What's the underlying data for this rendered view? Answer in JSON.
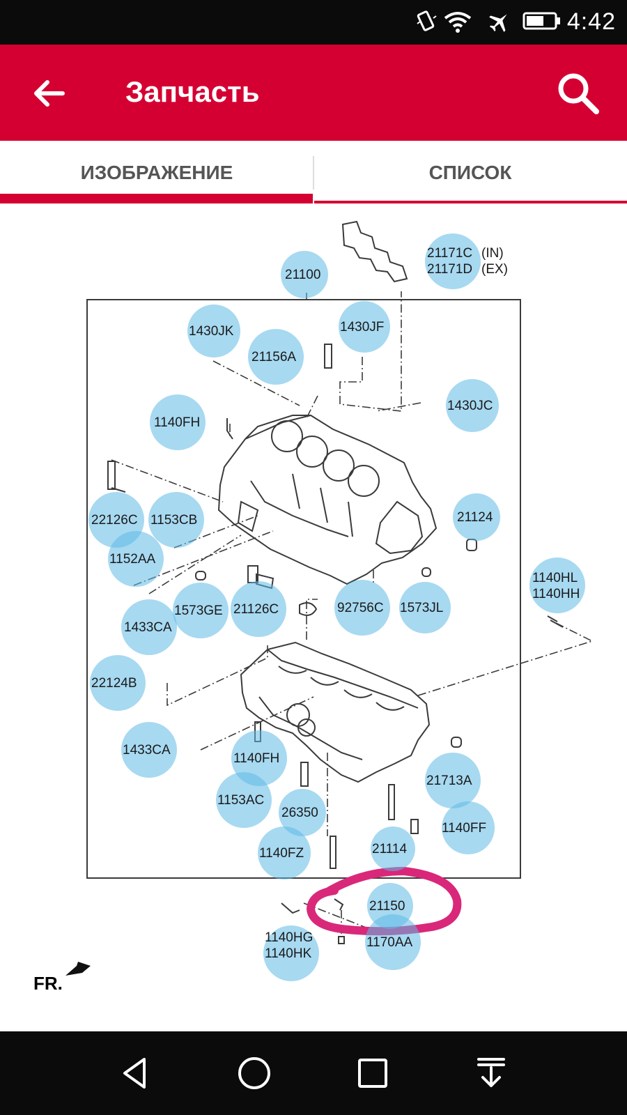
{
  "status_bar": {
    "time": "4:42",
    "icons": [
      "vibrate-icon",
      "wifi-icon",
      "airplane-icon",
      "battery-icon"
    ]
  },
  "app_bar": {
    "title": "Запчасть",
    "back_icon": "arrow-left-icon",
    "search_icon": "search-icon",
    "color": "#d50032"
  },
  "tabs": [
    {
      "label": "ИЗОБРАЖЕНИЕ",
      "selected": true
    },
    {
      "label": "СПИСОК",
      "selected": false
    }
  ],
  "diagram": {
    "parts": [
      {
        "lines": [
          "21171C",
          "21171D"
        ],
        "suffixes": [
          "(IN)",
          "(EX)"
        ]
      },
      {
        "lines": [
          "21100"
        ]
      },
      {
        "lines": [
          "1430JK"
        ]
      },
      {
        "lines": [
          "1430JF"
        ]
      },
      {
        "lines": [
          "21156A"
        ]
      },
      {
        "lines": [
          "1430JC"
        ]
      },
      {
        "lines": [
          "1140FH"
        ]
      },
      {
        "lines": [
          "22126C"
        ]
      },
      {
        "lines": [
          "1153CB"
        ]
      },
      {
        "lines": [
          "21124"
        ]
      },
      {
        "lines": [
          "1152AA"
        ]
      },
      {
        "lines": [
          "1140HL",
          "1140HH"
        ]
      },
      {
        "lines": [
          "1433CA"
        ]
      },
      {
        "lines": [
          "1573GE"
        ]
      },
      {
        "lines": [
          "21126C"
        ]
      },
      {
        "lines": [
          "92756C"
        ]
      },
      {
        "lines": [
          "1573JL"
        ]
      },
      {
        "lines": [
          "22124B"
        ]
      },
      {
        "lines": [
          "1433CA"
        ]
      },
      {
        "lines": [
          "1140FH"
        ]
      },
      {
        "lines": [
          "21713A"
        ]
      },
      {
        "lines": [
          "1153AC"
        ]
      },
      {
        "lines": [
          "26350"
        ]
      },
      {
        "lines": [
          "1140FF"
        ]
      },
      {
        "lines": [
          "21114"
        ]
      },
      {
        "lines": [
          "1140FZ"
        ]
      },
      {
        "lines": [
          "21150"
        ]
      },
      {
        "lines": [
          "1140HG",
          "1140HK"
        ]
      },
      {
        "lines": [
          "1170AA"
        ]
      }
    ],
    "direction_label": "FR.",
    "highlight_color": "#d9287a",
    "hotspot_color": "#5fb9e6"
  },
  "nav_bar": {
    "buttons": [
      "back-triangle-icon",
      "home-circle-icon",
      "recents-square-icon",
      "notification-pull-icon"
    ]
  }
}
